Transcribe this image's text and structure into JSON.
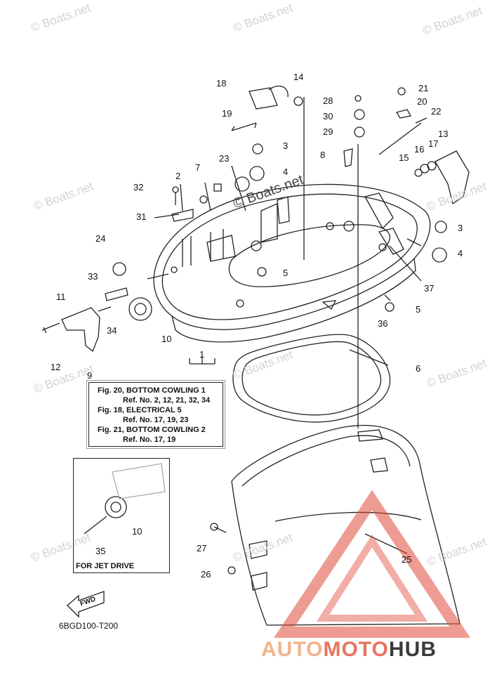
{
  "watermark_text": "© Boats.net",
  "callouts": [
    "1",
    "2",
    "3",
    "3",
    "4",
    "4",
    "5",
    "5",
    "6",
    "7",
    "8",
    "9",
    "10",
    "10",
    "11",
    "12",
    "13",
    "14",
    "15",
    "16",
    "17",
    "18",
    "19",
    "20",
    "21",
    "22",
    "23",
    "24",
    "25",
    "26",
    "27",
    "28",
    "29",
    "30",
    "31",
    "32",
    "33",
    "34",
    "35",
    "36",
    "37"
  ],
  "reference_box": {
    "line1": "Fig. 20, BOTTOM COWLING 1",
    "line2": "Ref. No. 2, 12, 21, 32, 34",
    "line3": "Fig. 18, ELECTRICAL 5",
    "line4": "Ref. No. 17, 19, 23",
    "line5": "Fig. 21, BOTTOM COWLING 2",
    "line6": "Ref. No. 17, 19"
  },
  "jet_drive_label": "FOR JET DRIVE",
  "fwd_label": "FWD",
  "part_code": "6BGD100-T200",
  "brand": {
    "part1": "AUTO",
    "part2": "MOTO",
    "part3": "HUB"
  },
  "colors": {
    "brand_light": "#f0b48c",
    "brand_mid": "#e87560",
    "brand_dark": "#3a3a3a",
    "triangle": "#e04a3a"
  }
}
